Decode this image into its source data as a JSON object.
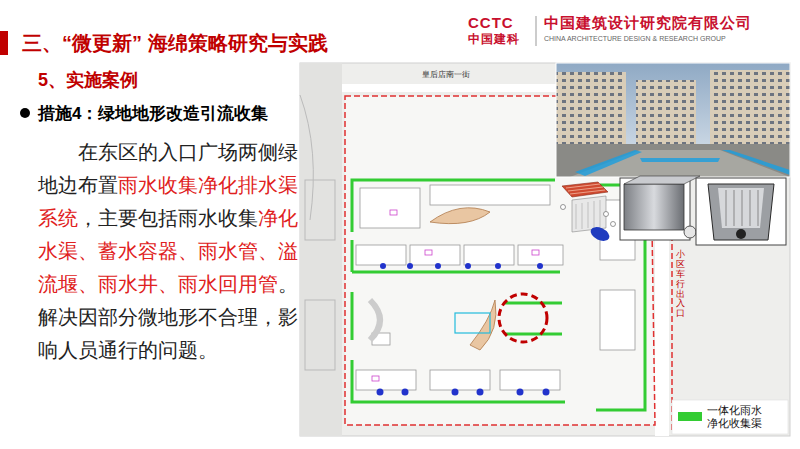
{
  "diagram": {
    "title": "三、“微更新” 海绵策略研究与实践",
    "labels": [
      "CCTC",
      "中国建科",
      "中国建筑设计研究院有限公司",
      "CHINA ARCHITECTURE DESIGN & RESEARCH GROUP",
      "5、实施案例",
      "措施4：绿地地形改造引流收集",
      "在东区的入口广场两侧绿地边布置",
      "雨水收集净化排水渠系统",
      "，主要包括雨水收集",
      "净化水渠、蓄水容器、雨水管、溢流堰、雨水井、雨水回用管",
      "。解决因部分微地形不合理，影响人员通行的问题。",
      "皇后店南一街",
      "小区车行出入口"
    ],
    "legend": [
      {
        "text": "一体化雨水净化收集渠",
        "color": "#33cc33"
      }
    ]
  }
}
